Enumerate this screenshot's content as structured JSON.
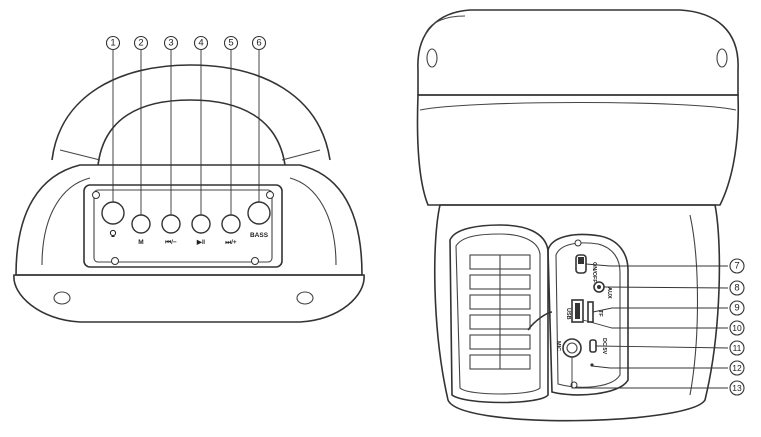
{
  "front_view": {
    "callouts": [
      {
        "number": "1",
        "label": "",
        "icon": "light-bulb-icon"
      },
      {
        "number": "2",
        "label": "M"
      },
      {
        "number": "3",
        "label": "⏮/−"
      },
      {
        "number": "4",
        "label": "▶‖"
      },
      {
        "number": "5",
        "label": "⏭/+"
      },
      {
        "number": "6",
        "label": "BASS"
      }
    ]
  },
  "back_view": {
    "ports": {
      "on_off": "ON/OFF",
      "aux": "AUX",
      "usb": "USB",
      "tf": "TF",
      "dc_5v": "DC 5V",
      "mic": "MIC"
    },
    "callouts": [
      {
        "number": "7"
      },
      {
        "number": "8"
      },
      {
        "number": "9"
      },
      {
        "number": "10"
      },
      {
        "number": "11"
      },
      {
        "number": "12"
      },
      {
        "number": "13"
      }
    ]
  }
}
